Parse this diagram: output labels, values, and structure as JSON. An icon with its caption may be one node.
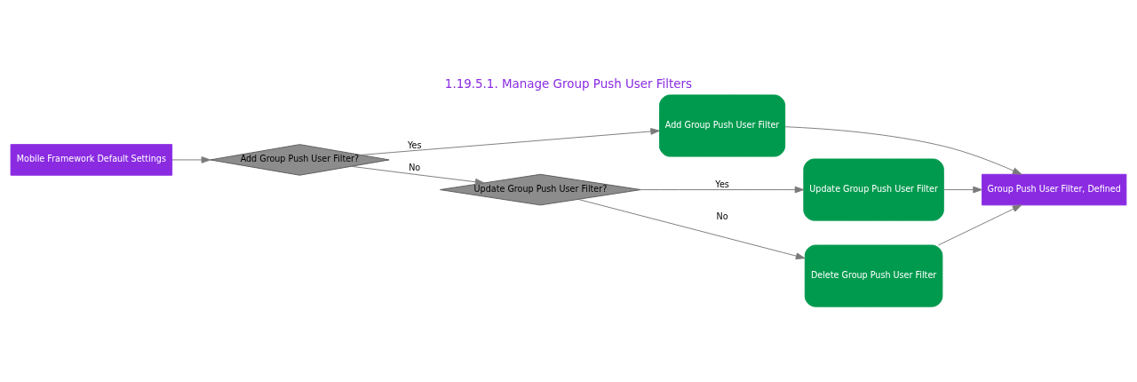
{
  "diagram": {
    "title": "1.19.5.1. Manage Group Push User Filters",
    "nodes": [
      {
        "text": [
          "Mobile Framework Default Settings"
        ]
      },
      {
        "text": [
          "Add Group Push User Filter?"
        ]
      },
      {
        "text": [
          "Add Group Push User Filter"
        ]
      },
      {
        "text": [
          "Update Group Push User Filter?"
        ]
      },
      {
        "text": [
          "Update Group Push User Filter"
        ]
      },
      {
        "text": [
          "Delete Group Push User Filter"
        ]
      },
      {
        "text": [
          "Group Push User Filter, Defined"
        ]
      }
    ],
    "edges": [
      {
        "from": 0,
        "to": 1,
        "arrow": "to"
      },
      {
        "from": 1,
        "to": 2,
        "arrow": "to",
        "label": "Yes"
      },
      {
        "from": 1,
        "to": 3,
        "arrow": "to",
        "label": "No"
      },
      {
        "from": 3,
        "to": 4,
        "arrow": "to",
        "label": "Yes"
      },
      {
        "from": 3,
        "to": 5,
        "arrow": "to",
        "label": "No"
      },
      {
        "from": 2,
        "to": 6,
        "arrow": "to"
      },
      {
        "from": 4,
        "to": 6,
        "arrow": "to"
      },
      {
        "from": 5,
        "to": 6,
        "arrow": "to"
      }
    ]
  }
}
